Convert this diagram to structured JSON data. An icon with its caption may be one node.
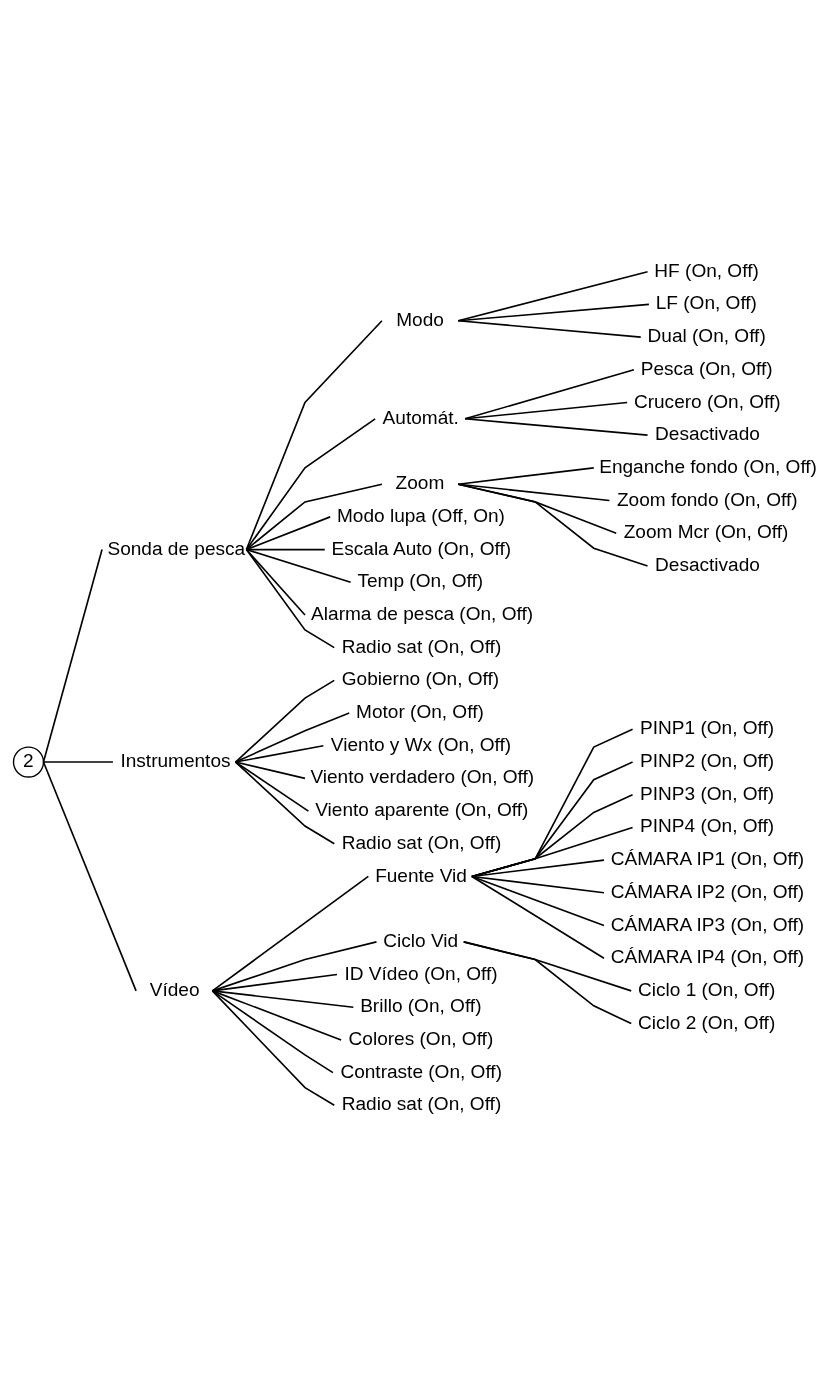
{
  "diagram": {
    "nodes": [
      {
        "text": [
          "2"
        ]
      },
      {
        "text": [
          "Sonda de pesca"
        ]
      },
      {
        "text": [
          "Modo"
        ]
      },
      {
        "text": [
          "HF (On, Off)"
        ]
      },
      {
        "text": [
          "LF (On, Off)"
        ]
      },
      {
        "text": [
          "Dual (On, Off)"
        ]
      },
      {
        "text": [
          "Automát."
        ]
      },
      {
        "text": [
          "Pesca (On, Off)"
        ]
      },
      {
        "text": [
          "Crucero (On, Off)"
        ]
      },
      {
        "text": [
          "Desactivado"
        ]
      },
      {
        "text": [
          "Zoom"
        ]
      },
      {
        "text": [
          "Enganche fondo (On, Off)"
        ]
      },
      {
        "text": [
          "Zoom fondo (On, Off)"
        ]
      },
      {
        "text": [
          "Zoom Mcr (On, Off)"
        ]
      },
      {
        "text": [
          "Desactivado"
        ]
      },
      {
        "text": [
          "Modo lupa (Off, On)"
        ]
      },
      {
        "text": [
          "Escala Auto (On, Off)"
        ]
      },
      {
        "text": [
          "Temp (On, Off)"
        ]
      },
      {
        "text": [
          "Alarma de pesca (On, Off)"
        ]
      },
      {
        "text": [
          "Radio sat (On, Off)"
        ]
      },
      {
        "text": [
          "Instrumentos"
        ]
      },
      {
        "text": [
          "Gobierno (On, Off)"
        ]
      },
      {
        "text": [
          "Motor (On, Off)"
        ]
      },
      {
        "text": [
          "Viento y Wx (On, Off)"
        ]
      },
      {
        "text": [
          "Viento verdadero (On, Off)"
        ]
      },
      {
        "text": [
          "Viento aparente (On, Off)"
        ]
      },
      {
        "text": [
          "Radio sat (On, Off)"
        ]
      },
      {
        "text": [
          "Vídeo"
        ]
      },
      {
        "text": [
          "Fuente Vid"
        ]
      },
      {
        "text": [
          "PINP1 (On, Off)"
        ]
      },
      {
        "text": [
          "PINP2 (On, Off)"
        ]
      },
      {
        "text": [
          "PINP3 (On, Off)"
        ]
      },
      {
        "text": [
          "PINP4 (On, Off)"
        ]
      },
      {
        "text": [
          "CÁMARA IP1 (On, Off)"
        ]
      },
      {
        "text": [
          "CÁMARA IP2 (On, Off)"
        ]
      },
      {
        "text": [
          "CÁMARA IP3 (On, Off)"
        ]
      },
      {
        "text": [
          "CÁMARA IP4 (On, Off)"
        ]
      },
      {
        "text": [
          "Ciclo Vid"
        ]
      },
      {
        "text": [
          "Ciclo 1 (On, Off)"
        ]
      },
      {
        "text": [
          "Ciclo 2 (On, Off)"
        ]
      },
      {
        "text": [
          "ID Vídeo (On, Off)"
        ]
      },
      {
        "text": [
          "Brillo (On, Off)"
        ]
      },
      {
        "text": [
          "Colores (On, Off)"
        ]
      },
      {
        "text": [
          "Contraste (On, Off)"
        ]
      },
      {
        "text": [
          "Radio sat (On, Off)"
        ]
      }
    ],
    "edges": [
      {
        "from": 0,
        "to": 1,
        "arrow": "none"
      },
      {
        "from": 1,
        "to": 2,
        "arrow": "none"
      },
      {
        "from": 2,
        "to": 3,
        "arrow": "none"
      },
      {
        "from": 2,
        "to": 4,
        "arrow": "none"
      },
      {
        "from": 2,
        "to": 5,
        "arrow": "none"
      },
      {
        "from": 1,
        "to": 6,
        "arrow": "none"
      },
      {
        "from": 6,
        "to": 7,
        "arrow": "none"
      },
      {
        "from": 6,
        "to": 8,
        "arrow": "none"
      },
      {
        "from": 6,
        "to": 9,
        "arrow": "none"
      },
      {
        "from": 1,
        "to": 10,
        "arrow": "none"
      },
      {
        "from": 10,
        "to": 11,
        "arrow": "none"
      },
      {
        "from": 10,
        "to": 12,
        "arrow": "none"
      },
      {
        "from": 10,
        "to": 13,
        "arrow": "none"
      },
      {
        "from": 10,
        "to": 14,
        "arrow": "none"
      },
      {
        "from": 1,
        "to": 15,
        "arrow": "none"
      },
      {
        "from": 1,
        "to": 16,
        "arrow": "none"
      },
      {
        "from": 1,
        "to": 17,
        "arrow": "none"
      },
      {
        "from": 1,
        "to": 18,
        "arrow": "none"
      },
      {
        "from": 1,
        "to": 19,
        "arrow": "none"
      },
      {
        "from": 0,
        "to": 20,
        "arrow": "none"
      },
      {
        "from": 20,
        "to": 21,
        "arrow": "none"
      },
      {
        "from": 20,
        "to": 22,
        "arrow": "none"
      },
      {
        "from": 20,
        "to": 23,
        "arrow": "none"
      },
      {
        "from": 20,
        "to": 24,
        "arrow": "none"
      },
      {
        "from": 20,
        "to": 25,
        "arrow": "none"
      },
      {
        "from": 20,
        "to": 26,
        "arrow": "none"
      },
      {
        "from": 0,
        "to": 27,
        "arrow": "none"
      },
      {
        "from": 27,
        "to": 28,
        "arrow": "none"
      },
      {
        "from": 28,
        "to": 29,
        "arrow": "none"
      },
      {
        "from": 28,
        "to": 30,
        "arrow": "none"
      },
      {
        "from": 28,
        "to": 31,
        "arrow": "none"
      },
      {
        "from": 28,
        "to": 32,
        "arrow": "none"
      },
      {
        "from": 28,
        "to": 33,
        "arrow": "none"
      },
      {
        "from": 28,
        "to": 34,
        "arrow": "none"
      },
      {
        "from": 28,
        "to": 35,
        "arrow": "none"
      },
      {
        "from": 28,
        "to": 36,
        "arrow": "none"
      },
      {
        "from": 27,
        "to": 37,
        "arrow": "none"
      },
      {
        "from": 37,
        "to": 38,
        "arrow": "none"
      },
      {
        "from": 37,
        "to": 39,
        "arrow": "none"
      },
      {
        "from": 27,
        "to": 40,
        "arrow": "none"
      },
      {
        "from": 27,
        "to": 41,
        "arrow": "none"
      },
      {
        "from": 27,
        "to": 42,
        "arrow": "none"
      },
      {
        "from": 27,
        "to": 43,
        "arrow": "none"
      },
      {
        "from": 27,
        "to": 44,
        "arrow": "none"
      }
    ]
  }
}
